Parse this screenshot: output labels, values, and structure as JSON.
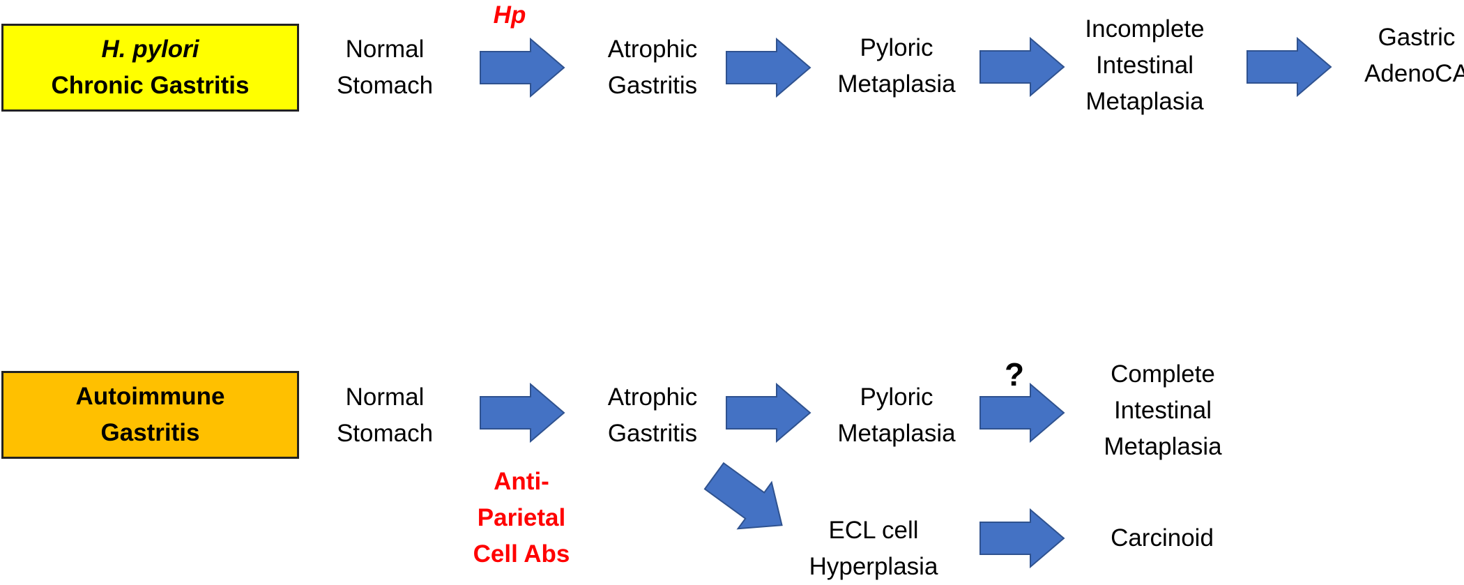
{
  "colors": {
    "yellow_box": "#ffff00",
    "orange_box": "#ffc000",
    "arrow_fill": "#4472c4",
    "arrow_stroke": "#2f528f",
    "red_text": "#ff0000"
  },
  "hp_row": {
    "box": {
      "line1": "H. pylori",
      "line2": "Chronic Gastritis"
    },
    "trigger": "Hp",
    "stages": [
      {
        "lines": [
          "Normal",
          "Stomach"
        ]
      },
      {
        "lines": [
          "Atrophic",
          "Gastritis"
        ]
      },
      {
        "lines": [
          "Pyloric",
          "Metaplasia"
        ]
      },
      {
        "lines": [
          "Incomplete",
          "Intestinal",
          "Metaplasia"
        ]
      },
      {
        "lines": [
          "Gastric",
          "AdenoCA"
        ]
      }
    ]
  },
  "ai_row": {
    "box": {
      "line1": "Autoimmune",
      "line2": "Gastritis"
    },
    "trigger": [
      "Anti-",
      "Parietal",
      "Cell Abs"
    ],
    "question": "?",
    "stages": [
      {
        "lines": [
          "Normal",
          "Stomach"
        ]
      },
      {
        "lines": [
          "Atrophic",
          "Gastritis"
        ]
      },
      {
        "lines": [
          "Pyloric",
          "Metaplasia"
        ]
      },
      {
        "lines": [
          "Complete",
          "Intestinal",
          "Metaplasia"
        ]
      }
    ],
    "branch": [
      {
        "lines": [
          "ECL cell",
          "Hyperplasia"
        ]
      },
      {
        "lines": [
          "Carcinoid"
        ]
      }
    ]
  }
}
